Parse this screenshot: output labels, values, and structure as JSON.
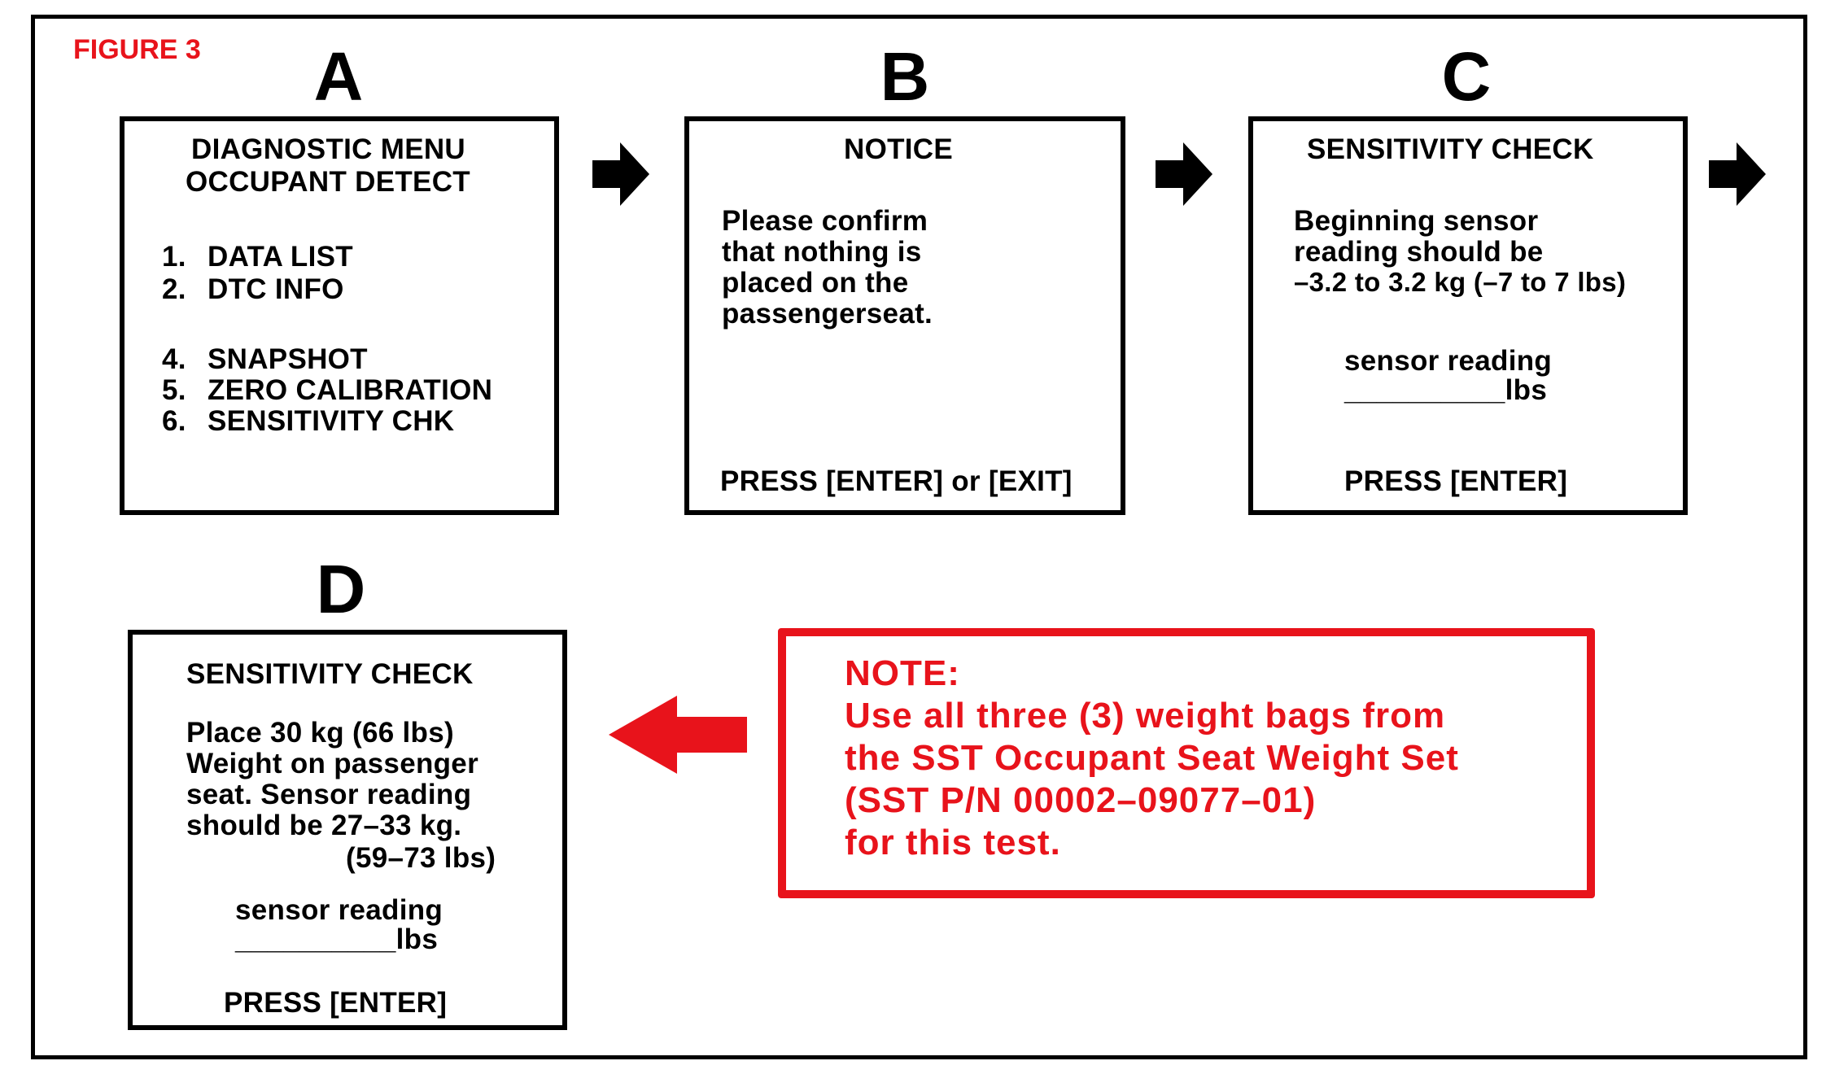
{
  "figure_label": "FIGURE 3",
  "panels": {
    "A": {
      "letter": "A",
      "title1": "DIAGNOSTIC MENU",
      "title2": "OCCUPANT DETECT",
      "items": [
        {
          "num": "1.",
          "label": "DATA LIST"
        },
        {
          "num": "2.",
          "label": "DTC INFO"
        },
        {
          "num": "4.",
          "label": "SNAPSHOT"
        },
        {
          "num": "5.",
          "label": "ZERO CALIBRATION"
        },
        {
          "num": "6.",
          "label": "SENSITIVITY CHK"
        }
      ]
    },
    "B": {
      "letter": "B",
      "title": "NOTICE",
      "body": [
        "Please confirm",
        "that nothing is",
        "placed on the",
        "passengerseat."
      ],
      "footer": "PRESS [ENTER] or [EXIT]"
    },
    "C": {
      "letter": "C",
      "title": "SENSITIVITY CHECK",
      "body": [
        "Beginning sensor",
        "reading should be",
        "–3.2 to 3.2 kg (–7 to 7 lbs)"
      ],
      "reading_label": "sensor reading",
      "reading_line": "__________lbs",
      "footer": "PRESS [ENTER]"
    },
    "D": {
      "letter": "D",
      "title": "SENSITIVITY CHECK",
      "body": [
        "Place 30 kg (66 lbs)",
        "Weight on passenger",
        "seat. Sensor reading",
        "should be 27–33 kg."
      ],
      "body_indent": "(59–73 lbs)",
      "reading_label": "sensor reading",
      "reading_line": "__________lbs",
      "footer": "PRESS [ENTER]"
    }
  },
  "note": {
    "heading": "NOTE:",
    "lines": [
      "Use all three (3) weight bags from",
      "the SST Occupant Seat Weight Set",
      "(SST P/N 00002–09077–01)",
      "for this test."
    ]
  },
  "colors": {
    "note_red": "#e8131b",
    "border": "#000000"
  }
}
